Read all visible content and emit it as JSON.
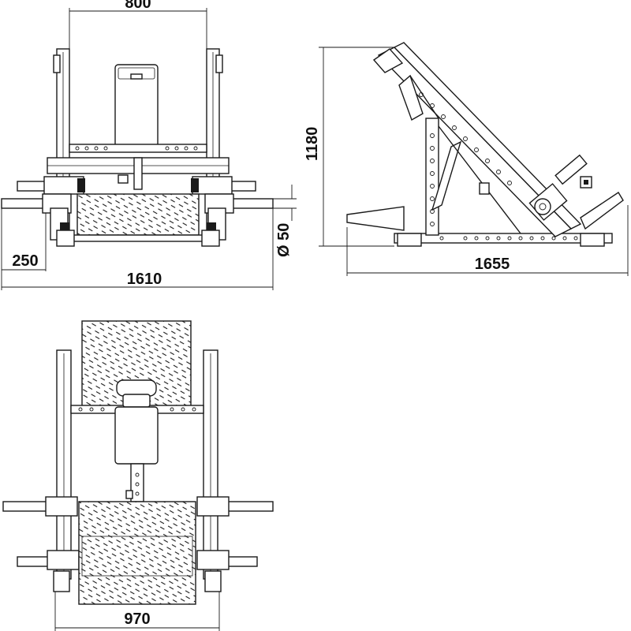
{
  "dimensions": {
    "front_width": "800",
    "front_height": "1180",
    "front_offset": "250",
    "front_total": "1610",
    "bar_diameter": "Ø 50",
    "side_length": "1655",
    "top_width": "970"
  },
  "colors": {
    "line": "#1a1a1a",
    "background": "#ffffff",
    "plate_fill": "#ffffff"
  }
}
